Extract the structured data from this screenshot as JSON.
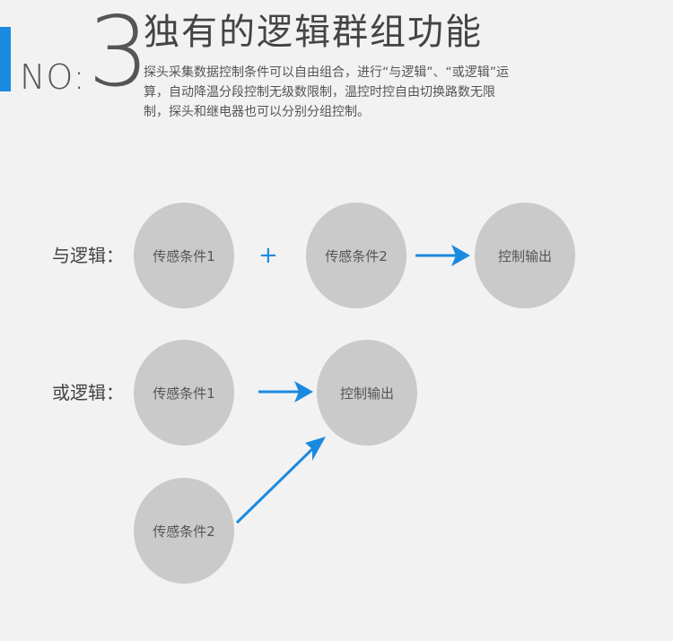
{
  "header": {
    "no_label": "NO:",
    "number": "3",
    "title": "独有的逻辑群组功能",
    "description": "探头采集数据控制条件可以自由组合，进行“与逻辑”、“或逻辑”运算，自动降温分段控制无级数限制，温控时控自由切换路数无限制，探头和继电器也可以分别分组控制。"
  },
  "and_logic": {
    "label": "与逻辑：",
    "node1": "传感条件1",
    "operator": "+",
    "node2": "传感条件2",
    "output": "控制输出"
  },
  "or_logic": {
    "label": "或逻辑：",
    "node1": "传感条件1",
    "node2": "传感条件2",
    "output": "控制输出"
  },
  "colors": {
    "accent": "#1a8ae0",
    "node_fill": "#cacaca",
    "background": "#f2f2f2"
  }
}
